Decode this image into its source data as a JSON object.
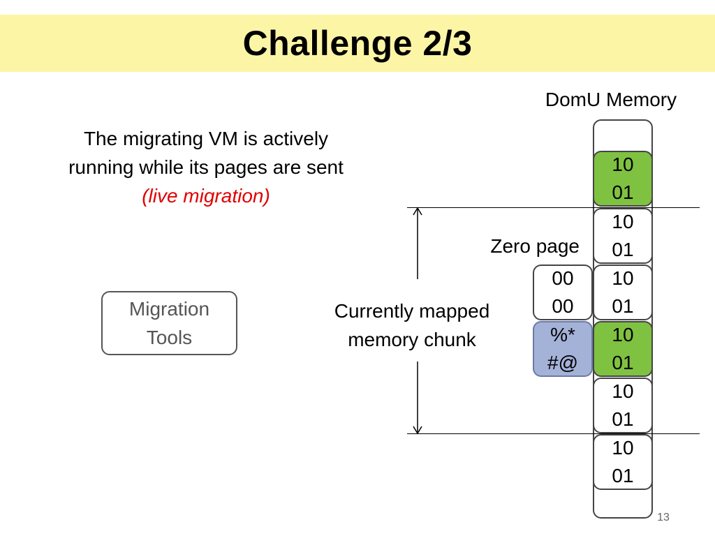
{
  "title": "Challenge 2/3",
  "description": {
    "line1": "The migrating VM is actively",
    "line2": "running while its pages are sent",
    "emphasis": "(live migration)"
  },
  "migration_tools": {
    "line1": "Migration",
    "line2": "Tools"
  },
  "memory": {
    "title": "DomU Memory",
    "cells": [
      {
        "line1": "10",
        "line2": "01",
        "highlight": "green"
      },
      {
        "line1": "10",
        "line2": "01",
        "highlight": "none"
      },
      {
        "line1": "10",
        "line2": "01",
        "highlight": "none"
      },
      {
        "line1": "10",
        "line2": "01",
        "highlight": "green"
      },
      {
        "line1": "10",
        "line2": "01",
        "highlight": "none"
      },
      {
        "line1": "10",
        "line2": "01",
        "highlight": "none"
      }
    ]
  },
  "zero_page": {
    "label": "Zero page",
    "line1": "00",
    "line2": "00"
  },
  "garbage_page": {
    "line1": "%*",
    "line2": "#@"
  },
  "mapped_chunk_label": {
    "line1": "Currently mapped",
    "line2": "memory chunk"
  },
  "page_number": "13",
  "colors": {
    "title_bg": "#fdf5a6",
    "green": "#7fc241",
    "blue": "#a4b2d8",
    "emphasis": "#e00000"
  }
}
